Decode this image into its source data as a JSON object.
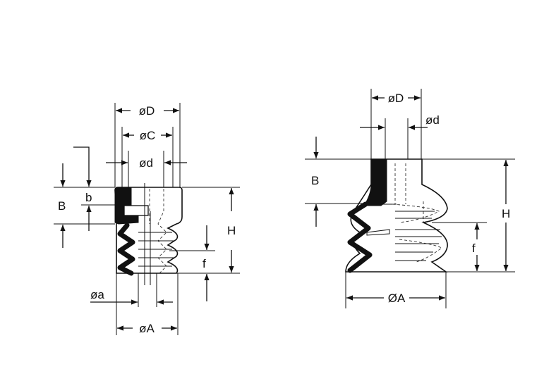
{
  "left_view": {
    "dims": {
      "D": "øD",
      "C": "øC",
      "d": "ød",
      "B": "B",
      "b": "b",
      "H": "H",
      "f": "f",
      "a": "øa",
      "A": "øA"
    }
  },
  "right_view": {
    "dims": {
      "D": "øD",
      "d": "ød",
      "B": "B",
      "H": "H",
      "f": "f",
      "A": "ØA"
    }
  }
}
